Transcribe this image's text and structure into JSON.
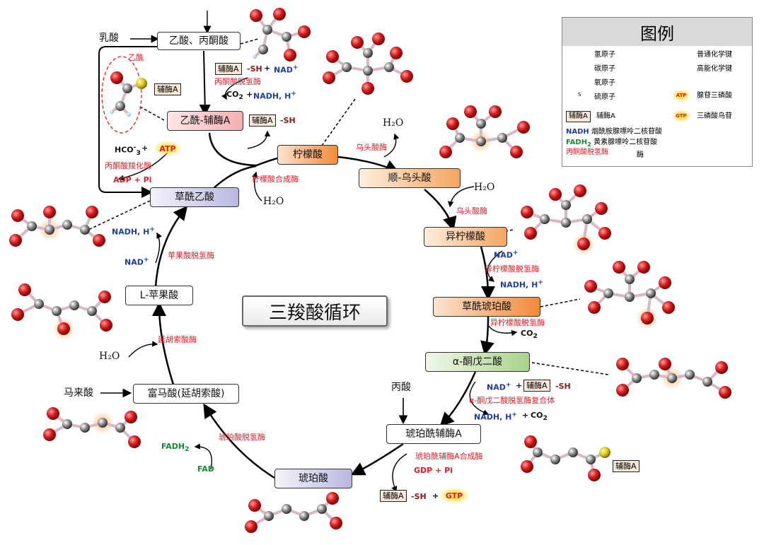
{
  "title": "三羧酸循环",
  "legend": {
    "header": "图例",
    "items": [
      {
        "icon": "hydrogen-atom-icon",
        "label": "氢原子"
      },
      {
        "icon": "carbon-atom-icon",
        "label": "碳原子"
      },
      {
        "icon": "oxygen-atom-icon",
        "label": "氧原子"
      },
      {
        "icon": "sulfur-atom-icon",
        "label": "硫原子",
        "symbol": "S"
      },
      {
        "icon": "normal-bond-icon",
        "label": "普通化学键"
      },
      {
        "icon": "high-energy-bond-icon",
        "label": "高能化学键"
      },
      {
        "icon": "atp-icon",
        "label": "腺苷三磷酸",
        "symbol": "ATP"
      },
      {
        "icon": "gtp-icon",
        "label": "三磷酸鸟苷",
        "symbol": "GTP"
      }
    ],
    "coa_box": "辅酶A",
    "coa_label": "辅酶A",
    "nadh_abbr": "NADH",
    "nadh_label": "烟酰胺腺嘌呤二核苷酸",
    "fadh_abbr": "FADH",
    "fadh_sub": "2",
    "fadh_label": "黄素腺嘌呤二核苷酸",
    "enzyme_sample": "丙酮酸脱氢酶",
    "enzyme_suffix": "酶"
  },
  "nodes": {
    "acid_pyruvate": "乙酸、丙酮酸",
    "lactate": "乳酸",
    "acetyl_coa": "乙酰-辅酶A",
    "citrate": "柠檬酸",
    "cis_aconitate": "顺-乌头酸",
    "isocitrate": "异柠檬酸",
    "oxalosuccinate": "草酰琥珀酸",
    "akg": "α-酮戊二酸",
    "succinyl_coa": "琥珀酰辅酶A",
    "succinate": "琥珀酸",
    "fumarate": "富马酸(延胡索酸)",
    "malate": "L-苹果酸",
    "oxaloacetate": "草酰乙酸",
    "maleate": "马来酸",
    "propionate": "丙酸"
  },
  "enzymes": {
    "pdh": "丙酮酸脱氢酶",
    "pyruvate_carboxylase": "丙酮酸羧化酶",
    "citrate_synthase": "柠檬酸合成酶",
    "aconitase1": "乌头酸酶",
    "aconitase2": "乌头酸酶",
    "idh1": "异柠檬酸脱氢酶",
    "idh2": "异柠檬酸脱氢酶",
    "akgdh": "α-酮戊二酸脱氢酶复合体",
    "scs": "琥珀酰辅酶A合成酶",
    "sdh": "琥珀酸脱氢酶",
    "fumarase": "延胡索酸酶",
    "mdh": "苹果酸脱氢酶"
  },
  "molecules": {
    "coa": "辅酶A",
    "sh": "-SH",
    "plus": "+",
    "nad_plus": "NAD",
    "nadh_h": "NADH, H",
    "co2": "CO",
    "two": "2",
    "h2o": "H₂O",
    "hco3": "HCO",
    "three": "3",
    "minus": "-",
    "sup_plus": "+",
    "atp": "ATP",
    "adp_pi": "ADP + Pi",
    "gdp_pi": "GDP + Pi",
    "gtp": "GTP",
    "fadh": "FADH",
    "fad": "FAD",
    "acetyl": "乙酰",
    "s": "S"
  },
  "colors": {
    "enzyme_red": "#e11d2a",
    "cofactor_blue": "#1f3f9a",
    "fad_green": "#1a8a3a",
    "coa_dark_red": "#8b1a1a",
    "orange_node": "#f28a3a",
    "green_node": "#a9d28b",
    "blue_node": "#b8b8e0"
  }
}
